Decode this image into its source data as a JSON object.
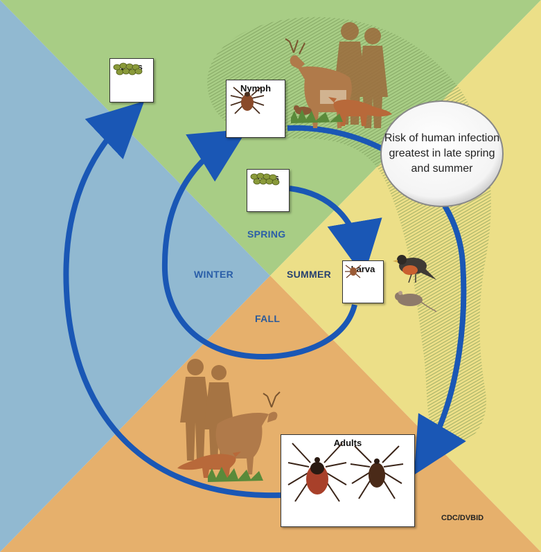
{
  "stages": {
    "eggs_top": "Eggs",
    "nymph": "Nymph",
    "eggs_center": "Eggs",
    "larva": "Larva",
    "adults": "Adults"
  },
  "seasons": {
    "spring": "SPRING",
    "summer": "SUMMER",
    "fall": "FALL",
    "winter": "WINTER"
  },
  "risk_note": "Risk of human infection greatest in late spring and summer",
  "credit": "CDC/DVBID",
  "colors": {
    "spring_green": "#a8cd85",
    "summer_yellow": "#ecdf88",
    "fall_orange": "#e6b06c",
    "winter_blue": "#91b9d1",
    "arrow_blue": "#1a57b5",
    "season_text_blue": "#2a5ea8",
    "summer_text": "#27406f",
    "fall_text": "#2b5a9a",
    "risk_zone": "#6f8f4f"
  },
  "icons": [
    "egg-cluster-icon",
    "tick-icon",
    "deer-icon",
    "fox-icon",
    "chipmunk-icon",
    "person-icon",
    "bird-icon",
    "mouse-icon"
  ]
}
